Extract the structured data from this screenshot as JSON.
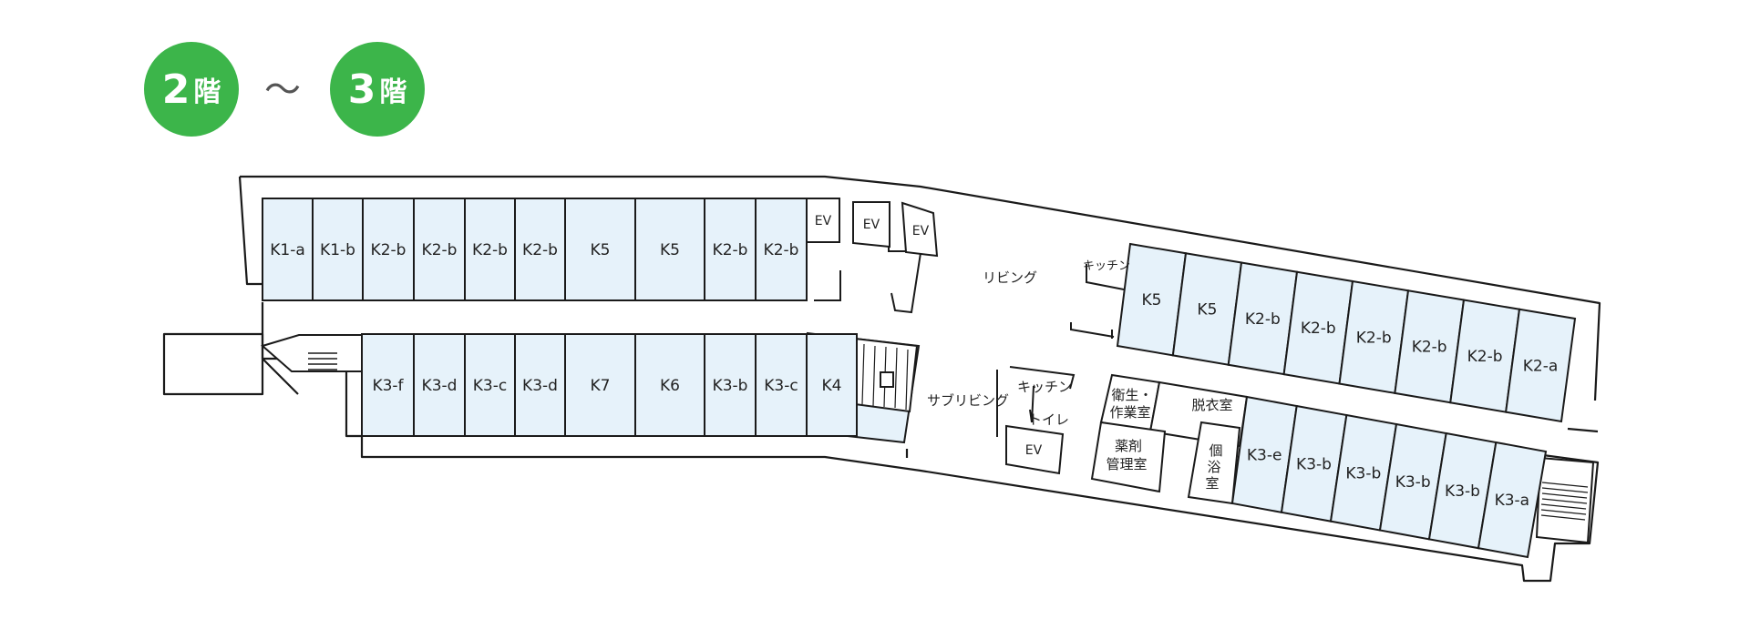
{
  "header": {
    "floor_from": {
      "number": "2",
      "suffix": "階"
    },
    "separator": "～",
    "floor_to": {
      "number": "3",
      "suffix": "階"
    },
    "badge_color": "#3cb54a"
  },
  "room_fill": "#e6f2fa",
  "rooms": {
    "top_left": [
      "K1-a",
      "K1-b",
      "K2-b",
      "K2-b",
      "K2-b",
      "K2-b",
      "K5",
      "K5",
      "K2-b",
      "K2-b"
    ],
    "bottom_left": [
      "K3-f",
      "K3-d",
      "K3-c",
      "K3-d",
      "K7",
      "K6",
      "K3-b",
      "K3-c",
      "K4"
    ],
    "top_right": [
      "K5",
      "K5",
      "K2-b",
      "K2-b",
      "K2-b",
      "K2-b",
      "K2-b",
      "K2-a"
    ],
    "bottom_right": [
      "K3-e",
      "K3-b",
      "K3-b",
      "K3-b",
      "K3-b",
      "K3-a"
    ]
  },
  "labels": {
    "ev": "EV",
    "living": "リビング",
    "sub_living": "サブリビング",
    "kitchen": "キッチン",
    "toilet": "トイレ",
    "hygiene_1": "衛生・",
    "hygiene_2": "作業室",
    "changing": "脱衣室",
    "pharmacy_1": "薬剤",
    "pharmacy_2": "管理室",
    "bath_1": "個",
    "bath_2": "浴",
    "bath_3": "室"
  }
}
